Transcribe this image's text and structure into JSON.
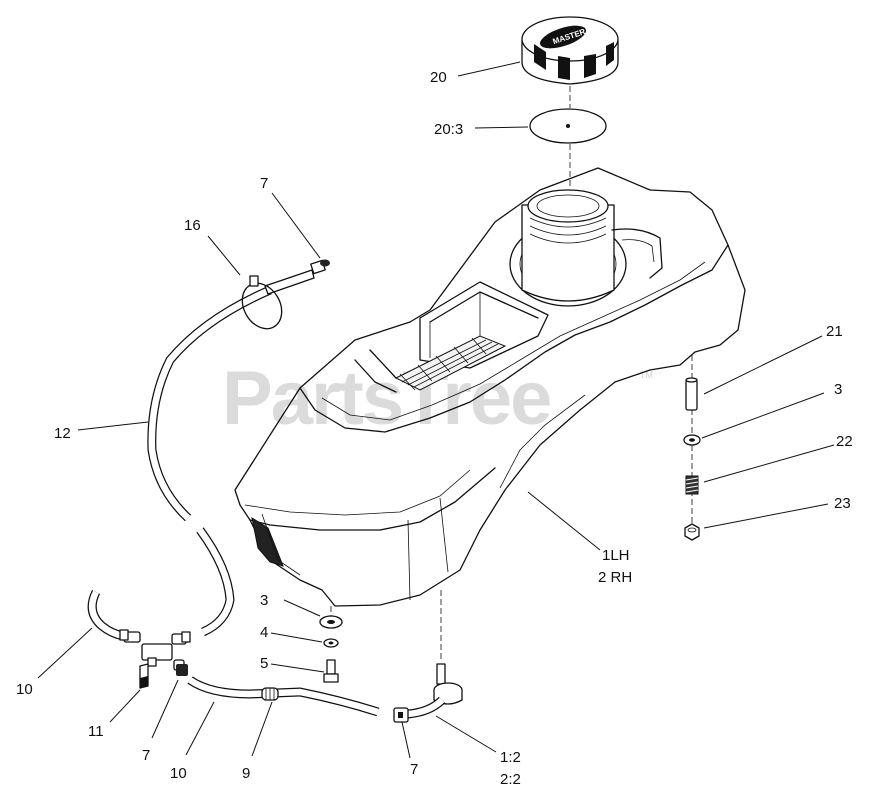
{
  "watermark": {
    "text": "PartsTree",
    "trademark": "TM"
  },
  "cap_text": "MASTER",
  "labels": [
    {
      "id": "20",
      "text": "20"
    },
    {
      "id": "20-3",
      "text": "20:3"
    },
    {
      "id": "7a",
      "text": "7"
    },
    {
      "id": "16",
      "text": "16"
    },
    {
      "id": "21",
      "text": "21"
    },
    {
      "id": "3a",
      "text": "3"
    },
    {
      "id": "22",
      "text": "22"
    },
    {
      "id": "23",
      "text": "23"
    },
    {
      "id": "12",
      "text": "12"
    },
    {
      "id": "1lh",
      "text": "1LH"
    },
    {
      "id": "2rh",
      "text": "2 RH"
    },
    {
      "id": "3b",
      "text": "3"
    },
    {
      "id": "4",
      "text": "4"
    },
    {
      "id": "5",
      "text": "5"
    },
    {
      "id": "10a",
      "text": "10"
    },
    {
      "id": "11",
      "text": "11"
    },
    {
      "id": "7b",
      "text": "7"
    },
    {
      "id": "10b",
      "text": "10"
    },
    {
      "id": "9",
      "text": "9"
    },
    {
      "id": "7c",
      "text": "7"
    },
    {
      "id": "1-2",
      "text": "1:2"
    },
    {
      "id": "2-2",
      "text": "2:2"
    }
  ]
}
